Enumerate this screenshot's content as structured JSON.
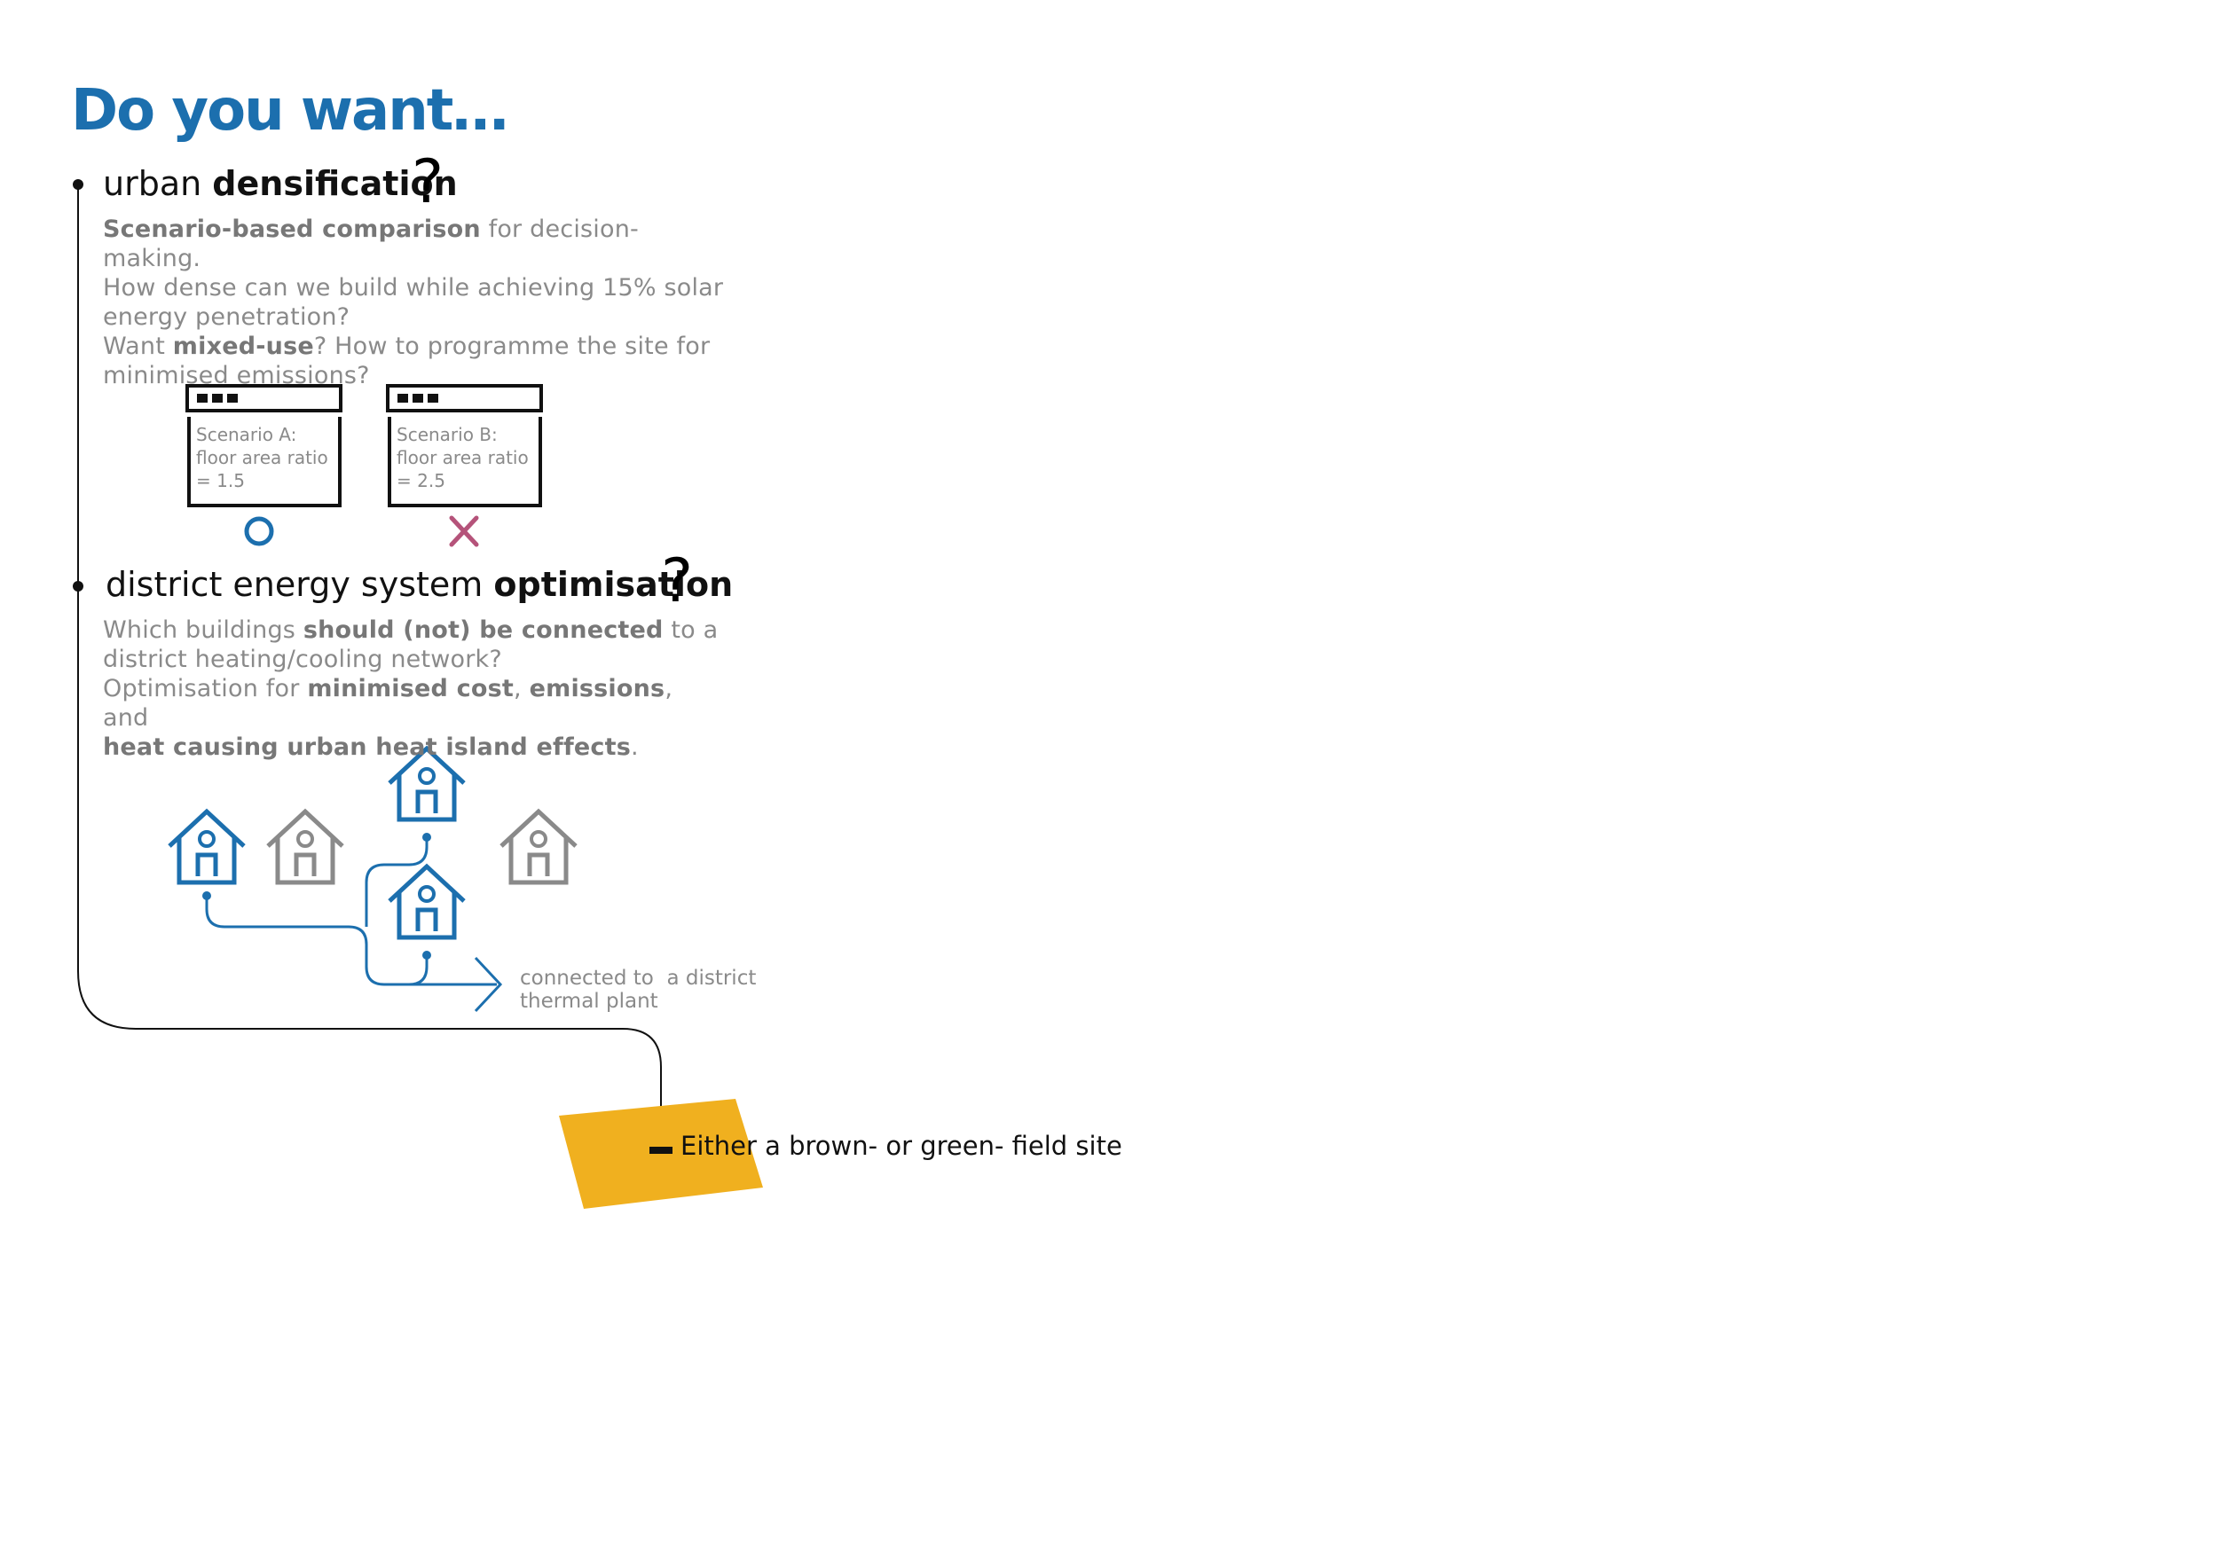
{
  "title": "Do you want…",
  "colors": {
    "accent": "#1c6fae",
    "muted": "#8a8a8a",
    "reject": "#b5537a",
    "site": "#f0b01f",
    "timeline": "#111111"
  },
  "sections": [
    {
      "heading_plain": "urban",
      "heading_bold": "densification",
      "question_mark": "?",
      "paragraph": {
        "line1_bold": "Scenario-based comparison",
        "line1_rest": " for decision-making.",
        "line2": "How dense can we build while achieving 15% solar",
        "line3": "energy penetration?",
        "line4_pre": "Want ",
        "line4_bold": "mixed-use",
        "line4_rest": "? How to programme the site for",
        "line5": "minimised emissions?"
      },
      "scenarios": [
        {
          "line1": "Scenario A:",
          "line2": "floor area ratio",
          "line3": "= 1.5",
          "verdict_icon": "circle-icon"
        },
        {
          "line1": "Scenario B:",
          "line2": "floor area ratio",
          "line3": "= 2.5",
          "verdict_icon": "cross-icon"
        }
      ]
    },
    {
      "heading_plain": "district energy system",
      "heading_bold": "optimisation",
      "question_mark": "?",
      "paragraph": {
        "line1_pre": "Which buildings ",
        "line1_bold": "should (not) be connected",
        "line1_rest": " to a",
        "line2": "district heating/cooling network?",
        "line3_pre": "Optimisation for ",
        "line3_bold1": "minimised cost",
        "line3_mid": ", ",
        "line3_bold2": "emissions",
        "line3_rest": ", and",
        "line4_bold": "heat causing urban heat island effects",
        "line4_rest": "."
      },
      "caption_line1": "connected to  a district",
      "caption_line2": "thermal plant"
    }
  ],
  "site_label": "Either a brown- or green- field site"
}
